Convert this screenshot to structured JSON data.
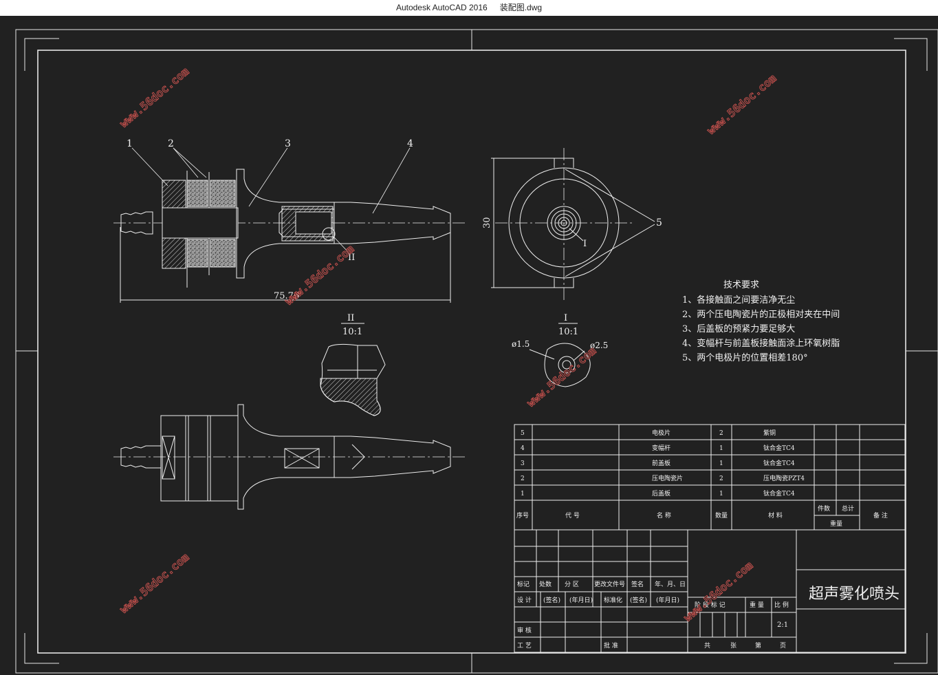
{
  "window": {
    "app_title": "Autodesk AutoCAD 2016",
    "file_name": "装配图.dwg"
  },
  "drawing": {
    "part_labels": [
      "1",
      "2",
      "3",
      "4",
      "5"
    ],
    "detail_I_marker": "I",
    "detail_II_marker": "II",
    "dim_length": "75.76",
    "dim_height": "30",
    "detail_II_label": "II",
    "detail_II_scale": "10:1",
    "detail_I_label": "I",
    "detail_I_scale": "10:1",
    "dim_d1": "ø1.5",
    "dim_d2": "ø2.5",
    "tech_title": "技术要求",
    "tech_items": [
      "1、各接触面之间要洁净无尘",
      "2、两个压电陶瓷片的正极相对夹在中间",
      "3、后盖板的预紧力要足够大",
      "4、变幅杆与前盖板接触面涂上环氧树脂",
      "5、两个电极片的位置相差180°"
    ],
    "watermark": "www.56doc.com"
  },
  "parts_list": {
    "rows": [
      {
        "no": "5",
        "name": "电极片",
        "qty": "2",
        "material": "紫铜"
      },
      {
        "no": "4",
        "name": "变幅杆",
        "qty": "1",
        "material": "钛合金TC4"
      },
      {
        "no": "3",
        "name": "前盖板",
        "qty": "1",
        "material": "钛合金TC4"
      },
      {
        "no": "2",
        "name": "压电陶瓷片",
        "qty": "2",
        "material": "压电陶瓷PZT4"
      },
      {
        "no": "1",
        "name": "后盖板",
        "qty": "1",
        "material": "钛合金TC4"
      }
    ],
    "header": {
      "no": "序号",
      "code": "代 号",
      "name": "名 称",
      "qty": "数量",
      "material": "材 料",
      "single": "件数",
      "total": "总计",
      "weight": "重量",
      "remark": "备 注"
    }
  },
  "title_block": {
    "drawing_title": "超声雾化喷头",
    "scale": "2:1",
    "rev_labels": [
      "标记",
      "处数",
      "分 区",
      "更改文件号",
      "签名",
      "年、月、日"
    ],
    "design_row": [
      "设 计",
      "(签名)",
      "(年月日)",
      "标准化",
      "(签名)",
      "(年月日)"
    ],
    "review": "审 核",
    "process": "工 艺",
    "approve": "批 准",
    "stage_labels": [
      "阶 段 标 记",
      "重 量",
      "比 例"
    ],
    "sheet_labels": [
      "共",
      "张",
      "第",
      "页"
    ]
  }
}
